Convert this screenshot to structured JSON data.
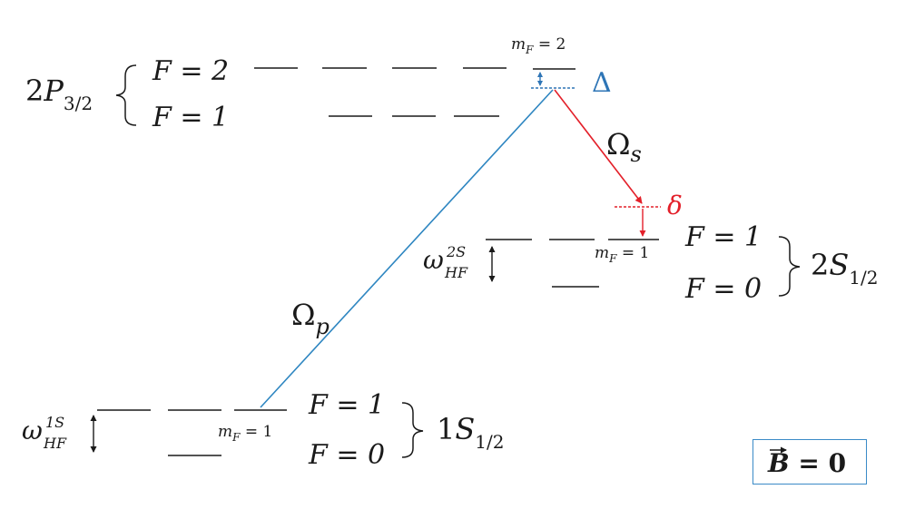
{
  "colors": {
    "pump": "#2e86c1",
    "stokes": "#e3202a",
    "detuning_Delta": "#2e75b6",
    "levels": "#1a1a1a"
  },
  "manifolds": {
    "p32": {
      "n": "2",
      "L": "P",
      "J": "3/2",
      "upper_F": "F = 2",
      "lower_F": "F = 1",
      "mf_label": "2",
      "detuning_label": "Δ"
    },
    "s2": {
      "n": "2",
      "L": "S",
      "J": "1/2",
      "upper_F": "F = 1",
      "lower_F": "F = 0",
      "mf_label": "1",
      "hf_label": "2S"
    },
    "s1": {
      "n": "1",
      "L": "S",
      "J": "1/2",
      "upper_F": "F = 1",
      "lower_F": "F = 0",
      "mf_label": "1",
      "hf_label": "1S"
    }
  },
  "hf_symbol": {
    "omega": "ω",
    "sub": "HF"
  },
  "mf_prefix": {
    "m": "m",
    "sub": "F",
    "eq": " = "
  },
  "lasers": {
    "pump": {
      "symbol": "Ω",
      "sub": "p"
    },
    "stokes": {
      "symbol": "Ω",
      "sub": "s"
    },
    "two_photon_detuning": "δ"
  },
  "field_box": {
    "symbol": "B",
    "eq": " = ",
    "value": "0"
  }
}
